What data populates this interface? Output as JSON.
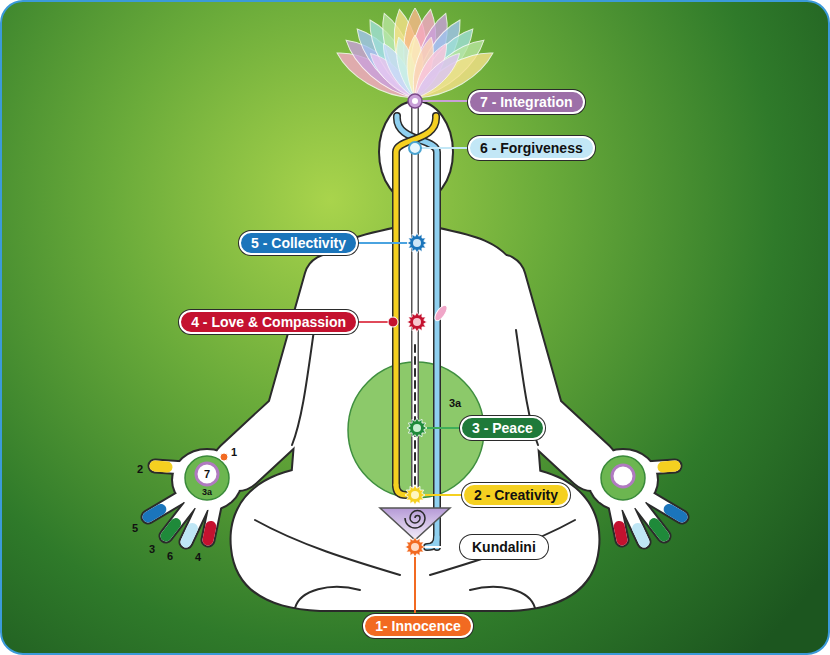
{
  "diagram": {
    "nodes": [
      {
        "text": [
          "7 - Integration"
        ]
      },
      {
        "text": [
          "6 - Forgiveness"
        ]
      },
      {
        "text": [
          "5 - Collectivity"
        ]
      },
      {
        "text": [
          "4 - Love & Compassion"
        ]
      },
      {
        "text": [
          "3 - Peace"
        ]
      },
      {
        "text": [
          "2 - Creativity"
        ]
      },
      {
        "text": [
          "Kundalini"
        ]
      },
      {
        "text": [
          "1- Innocence"
        ]
      }
    ],
    "labels": [
      "3a",
      "1",
      "2",
      "7",
      "3a",
      "5",
      "3",
      "6",
      "4"
    ]
  }
}
